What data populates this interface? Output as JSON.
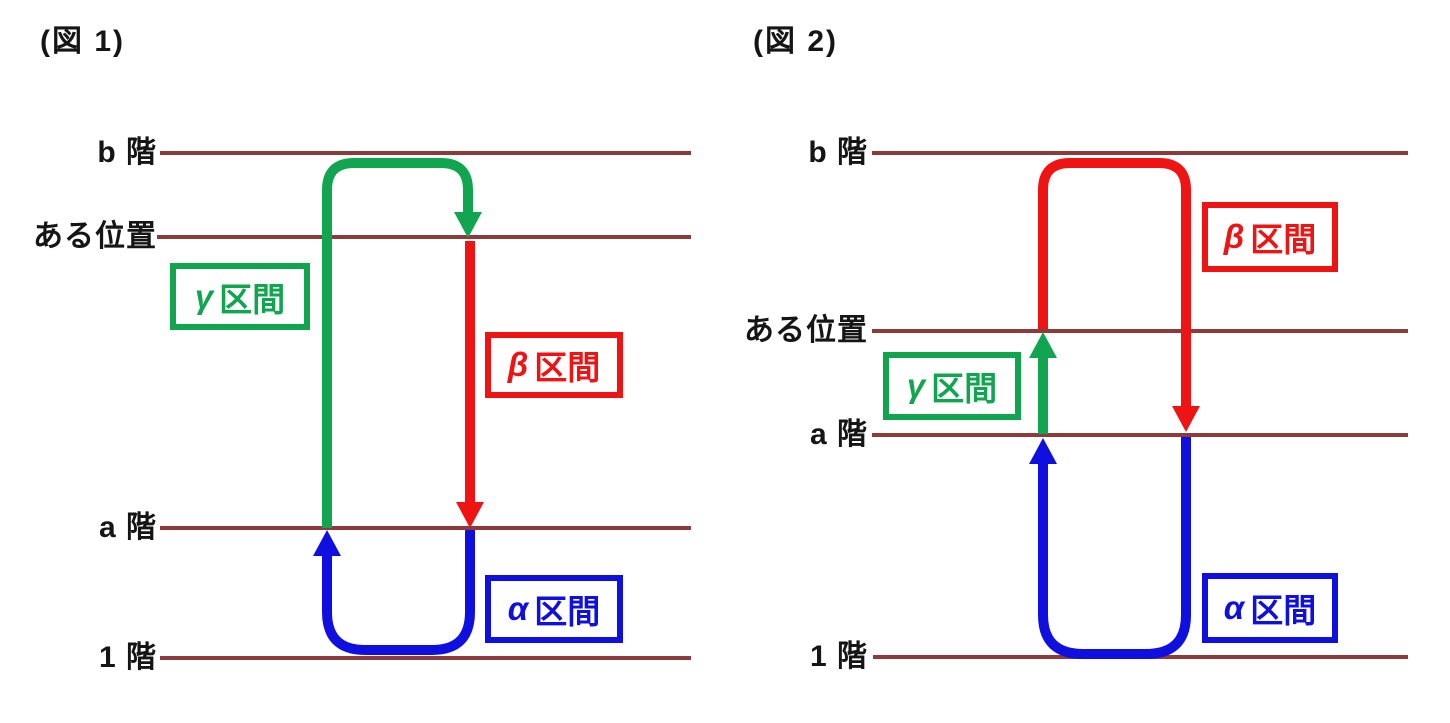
{
  "colors": {
    "floor_line": "#8c3a3a",
    "gamma_green": "#12a550",
    "beta_red": "#ee1414",
    "alpha_blue": "#0f0fe0",
    "text": "#151515"
  },
  "figures": [
    {
      "title": "(図 1)",
      "floors": {
        "b": "b 階",
        "position": "ある位置",
        "a": "a 階",
        "first": "1 階"
      },
      "sections": {
        "gamma": {
          "greek": "γ",
          "suffix": "区間"
        },
        "beta": {
          "greek": "β",
          "suffix": "区間"
        },
        "alpha": {
          "greek": "α",
          "suffix": "区間"
        }
      }
    },
    {
      "title": "(図 2)",
      "floors": {
        "b": "b 階",
        "position": "ある位置",
        "a": "a 階",
        "first": "1 階"
      },
      "sections": {
        "gamma": {
          "greek": "γ",
          "suffix": "区間"
        },
        "beta": {
          "greek": "β",
          "suffix": "区間"
        },
        "alpha": {
          "greek": "α",
          "suffix": "区間"
        }
      }
    }
  ]
}
